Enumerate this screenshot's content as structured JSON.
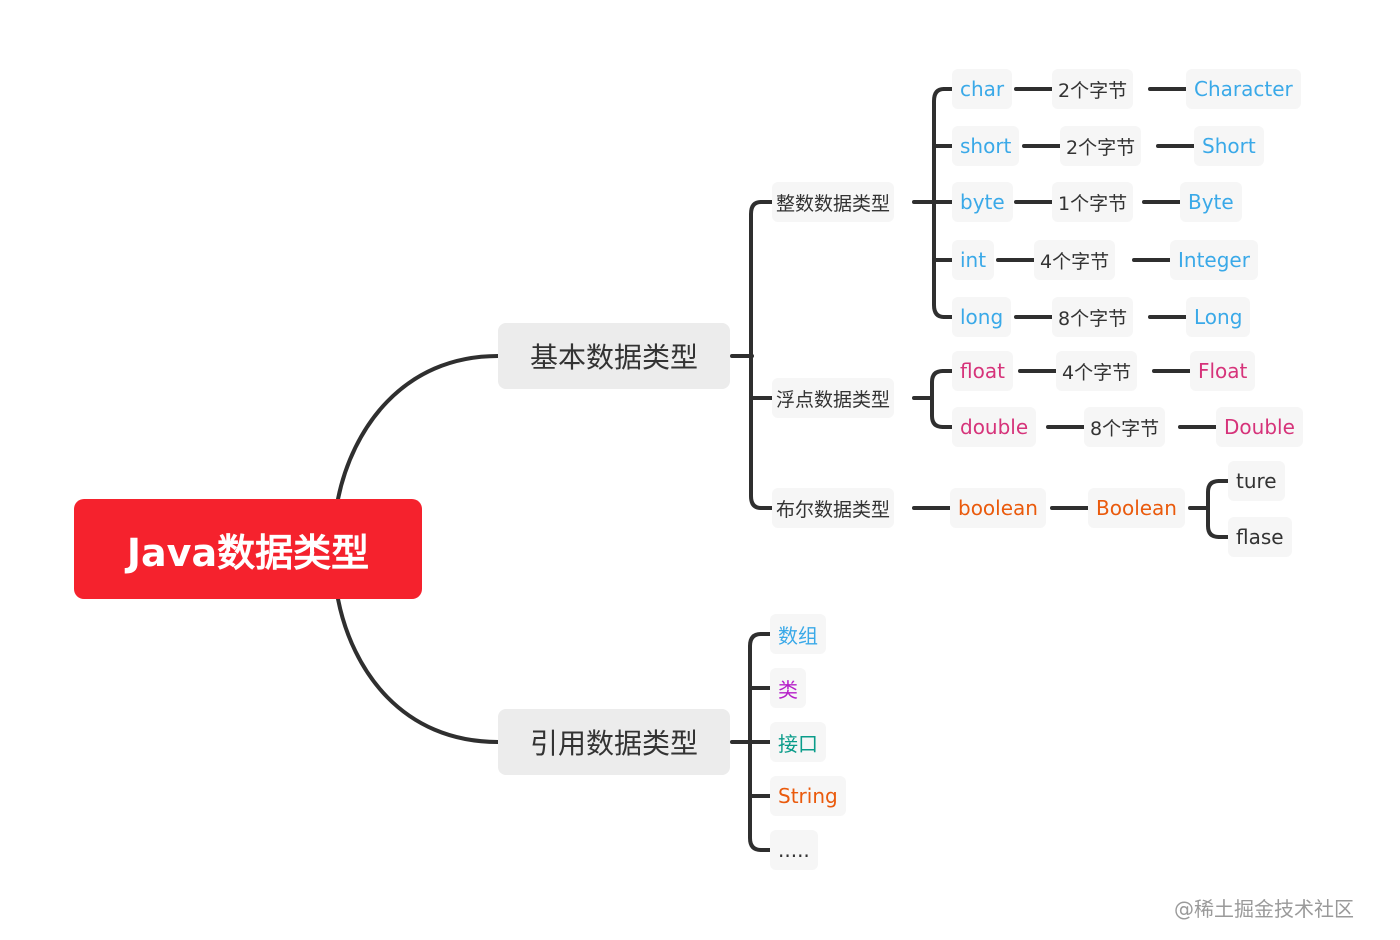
{
  "root": {
    "label": "Java数据类型"
  },
  "primitive": {
    "label": "基本数据类型",
    "integer": {
      "label": "整数数据类型",
      "rows": [
        {
          "type": "char",
          "size": "2个字节",
          "wrapper": "Character"
        },
        {
          "type": "short",
          "size": "2个字节",
          "wrapper": "Short"
        },
        {
          "type": "byte",
          "size": "1个字节",
          "wrapper": "Byte"
        },
        {
          "type": "int",
          "size": "4个字节",
          "wrapper": "Integer"
        },
        {
          "type": "long",
          "size": "8个字节",
          "wrapper": "Long"
        }
      ]
    },
    "float": {
      "label": "浮点数据类型",
      "rows": [
        {
          "type": "float",
          "size": "4个字节",
          "wrapper": "Float"
        },
        {
          "type": "double",
          "size": "8个字节",
          "wrapper": "Double"
        }
      ]
    },
    "boolean": {
      "label": "布尔数据类型",
      "type": "boolean",
      "wrapper": "Boolean",
      "values": [
        "ture",
        "flase"
      ]
    }
  },
  "reference": {
    "label": "引用数据类型",
    "items": [
      "数组",
      "类",
      "接口",
      "String",
      "....."
    ]
  },
  "watermark": "@稀土掘金技术社区",
  "colors": {
    "root_bg": "#f5222d",
    "line": "#2f2f2f",
    "integer_text": "#3aa9e8",
    "float_text": "#d6337a",
    "boolean_text": "#ea5a0c",
    "array_text": "#3aa9e8",
    "class_text": "#b620c9",
    "interface_text": "#0a9c8a",
    "string_text": "#ea5a0c"
  }
}
